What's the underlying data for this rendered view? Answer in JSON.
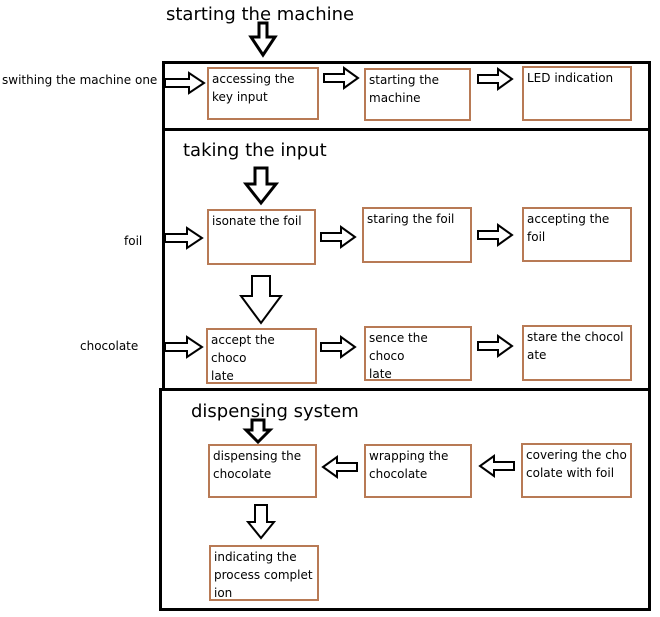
{
  "sections": {
    "start": {
      "title": "starting the machine",
      "side_label": "swithing the machine one",
      "boxes": [
        "accessing the\nkey input",
        "starting the\nmachine",
        "LED indication"
      ]
    },
    "input": {
      "title": "taking the input",
      "foil_label": "foil",
      "chocolate_label": "chocolate",
      "foil_boxes": [
        "isonate the foil",
        "staring the foil",
        "accepting the\nfoil"
      ],
      "chocolate_boxes": [
        "accept the choco\nlate",
        "sence the choco\nlate",
        "stare the chocol\nate"
      ]
    },
    "dispense": {
      "title": "dispensing system",
      "boxes": [
        "dispensing the\nchocolate",
        "wrapping the\nchocolate",
        "covering the cho\ncolate with foil"
      ],
      "final_box": "indicating the\nprocess complet\nion"
    }
  },
  "colors": {
    "box_border": "#b87a55",
    "frame_border": "#000000",
    "arrow_stroke": "#000000"
  }
}
